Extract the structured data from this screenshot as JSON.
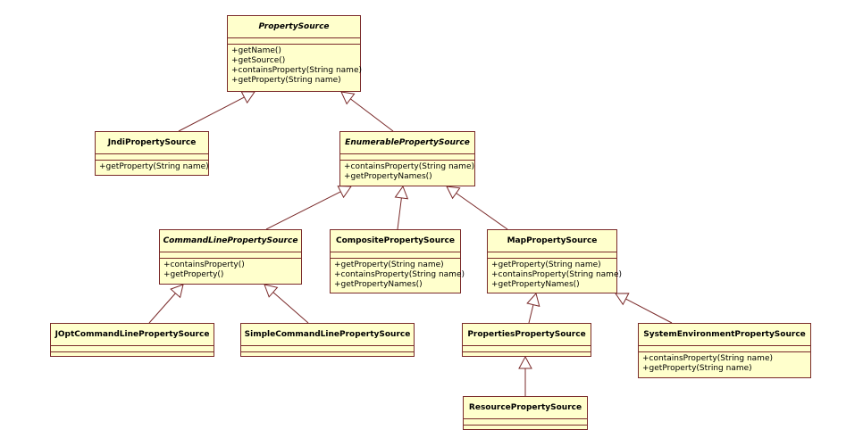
{
  "colors": {
    "box_fill": "#ffffcc",
    "border": "#7a2a2a",
    "edge": "#7a2a2a"
  },
  "classes": {
    "property_source": {
      "name": "PropertySource",
      "abstract": true,
      "ops": [
        "+getName()",
        "+getSource()",
        "+containsProperty(String name)",
        "+getProperty(String name)"
      ]
    },
    "jndi": {
      "name": "JndiPropertySource",
      "abstract": false,
      "ops": [
        "+getProperty(String name)"
      ]
    },
    "enumerable": {
      "name": "EnumerablePropertySource",
      "abstract": true,
      "ops": [
        "+containsProperty(String name)",
        "+getPropertyNames()"
      ]
    },
    "command_line": {
      "name": "CommandLinePropertySource",
      "abstract": true,
      "ops": [
        "+containsProperty()",
        "+getProperty()"
      ]
    },
    "composite": {
      "name": "CompositePropertySource",
      "abstract": false,
      "ops": [
        "+getProperty(String name)",
        "+containsProperty(String name)",
        "+getPropertyNames()"
      ]
    },
    "map": {
      "name": "MapPropertySource",
      "abstract": false,
      "ops": [
        "+getProperty(String name)",
        "+containsProperty(String name)",
        "+getPropertyNames()"
      ]
    },
    "jopt": {
      "name": "JOptCommandLinePropertySource",
      "abstract": false,
      "ops": []
    },
    "simple": {
      "name": "SimpleCommandLinePropertySource",
      "abstract": false,
      "ops": []
    },
    "properties": {
      "name": "PropertiesPropertySource",
      "abstract": false,
      "ops": []
    },
    "system_env": {
      "name": "SystemEnvironmentPropertySource",
      "abstract": false,
      "ops": [
        "+containsProperty(String name)",
        "+getProperty(String name)"
      ]
    },
    "resource": {
      "name": "ResourcePropertySource",
      "abstract": false,
      "ops": []
    }
  }
}
